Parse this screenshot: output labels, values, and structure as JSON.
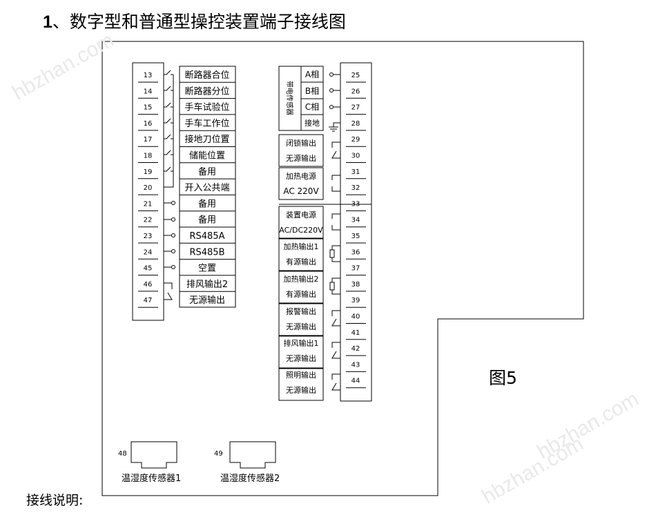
{
  "heading": {
    "num": "1",
    "text": "、数字型和普通型操控装置端子接线图"
  },
  "figure_label": "图5",
  "footer_label": "接线说明:",
  "watermark": "hbzhan.com",
  "left_terminals": [
    {
      "num": "13",
      "label": "断路器合位"
    },
    {
      "num": "14",
      "label": "断路器分位"
    },
    {
      "num": "15",
      "label": "手车试验位"
    },
    {
      "num": "16",
      "label": "手车工作位"
    },
    {
      "num": "17",
      "label": "接地刀位置"
    },
    {
      "num": "18",
      "label": "储能位置"
    },
    {
      "num": "19",
      "label": "备用"
    },
    {
      "num": "20",
      "label": "开入公共端"
    },
    {
      "num": "21",
      "label": "备用"
    },
    {
      "num": "22",
      "label": "备用"
    },
    {
      "num": "23",
      "label": "RS485A"
    },
    {
      "num": "24",
      "label": "RS485B"
    },
    {
      "num": "45",
      "label": "空置"
    },
    {
      "num": "46",
      "label": "排风输出2"
    },
    {
      "num": "47",
      "label": "无源输出"
    }
  ],
  "sensor_group_label": "带电传感器",
  "right_terminals": [
    {
      "num": "25",
      "label": "A相"
    },
    {
      "num": "26",
      "label": "B相"
    },
    {
      "num": "27",
      "label": "C相"
    },
    {
      "num": "28",
      "label": "接地"
    },
    {
      "num": "29",
      "label": "闭锁输出"
    },
    {
      "num": "30",
      "label": "无源输出"
    },
    {
      "num": "31",
      "label": "加热电源"
    },
    {
      "num": "32",
      "label": "AC 220V"
    },
    {
      "num": "33",
      "label": "装置电源"
    },
    {
      "num": "34",
      "label": "AC/DC220V"
    },
    {
      "num": "35",
      "label": "加热输出1"
    },
    {
      "num": "36",
      "label": "有源输出"
    },
    {
      "num": "37",
      "label": "加热输出2"
    },
    {
      "num": "38",
      "label": "有源输出"
    },
    {
      "num": "39",
      "label": "报警输出"
    },
    {
      "num": "40",
      "label": "无源输出"
    },
    {
      "num": "41",
      "label": "排风输出1"
    },
    {
      "num": "42",
      "label": "无源输出"
    },
    {
      "num": "43",
      "label": "照明输出"
    },
    {
      "num": "44",
      "label": "无源输出"
    }
  ],
  "sensors": [
    {
      "num": "48",
      "label": "温湿度传感器1"
    },
    {
      "num": "49",
      "label": "温湿度传感器2"
    }
  ]
}
